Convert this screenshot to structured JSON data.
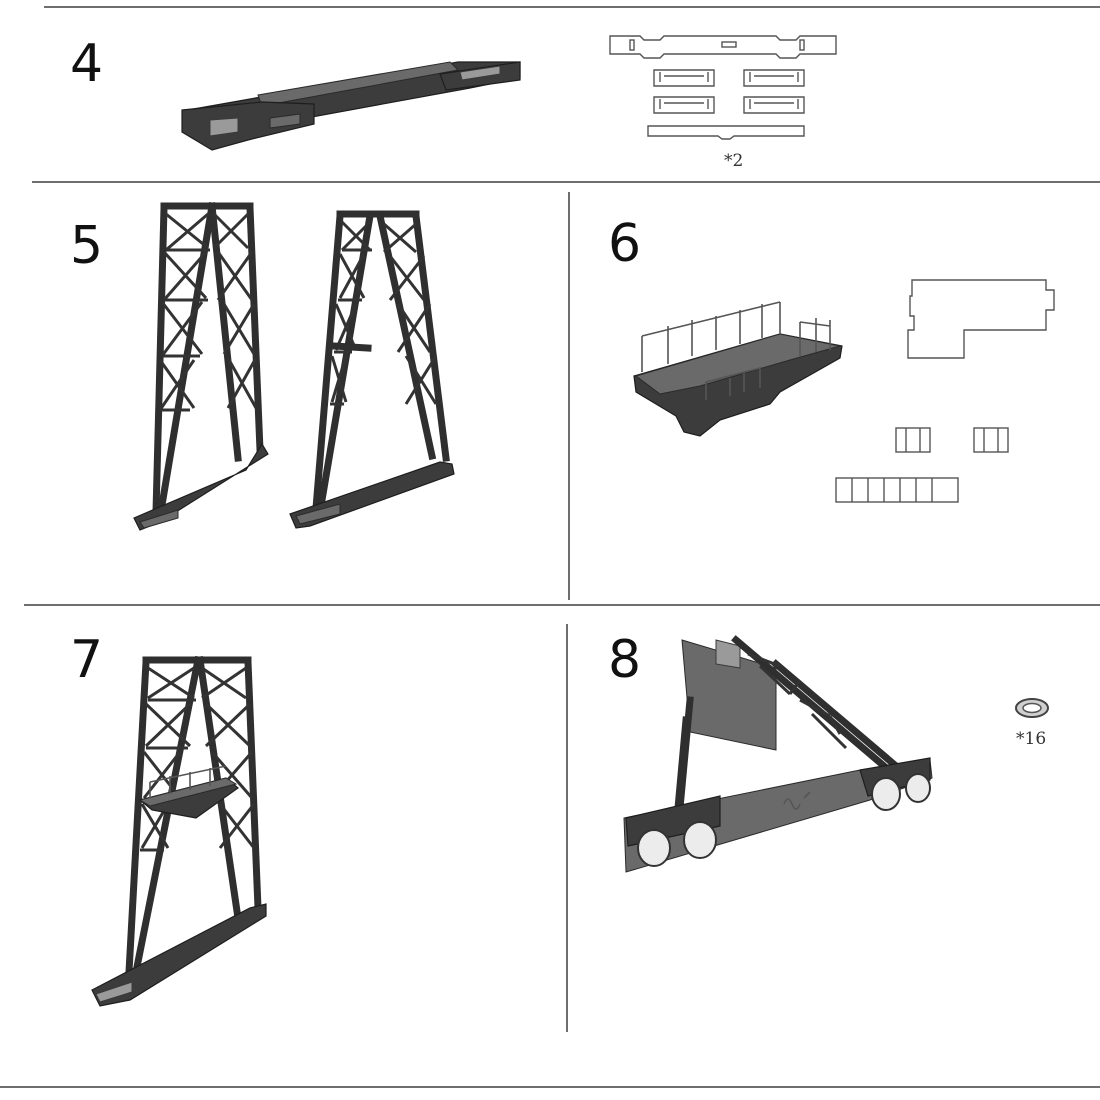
{
  "steps": [
    {
      "number": "4",
      "quantity": "*2"
    },
    {
      "number": "5"
    },
    {
      "number": "6"
    },
    {
      "number": "7"
    },
    {
      "number": "8",
      "quantity": "*16"
    }
  ],
  "colors": {
    "rule": "#6e6e6e",
    "part": "#3c3c3c",
    "outline": "#555555"
  },
  "icons": [
    "crane-beam-part",
    "cutout-template",
    "truss-leg-part",
    "platform-part",
    "leg-assembly",
    "wheel-bogie-part",
    "washer-part"
  ]
}
